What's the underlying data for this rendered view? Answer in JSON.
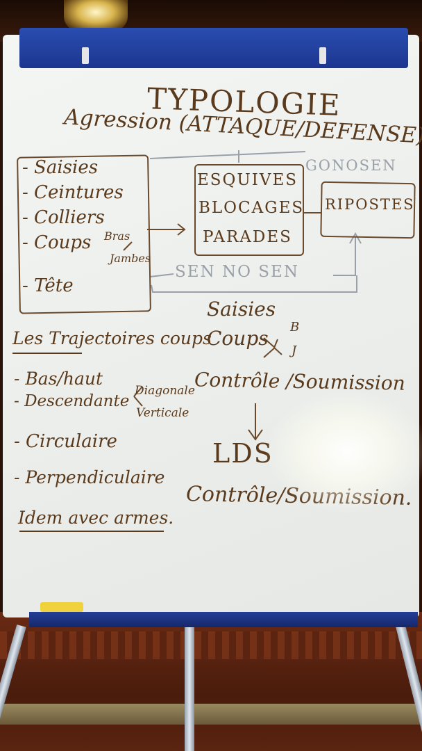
{
  "board": {
    "title": "TYPOLOGIE",
    "subtitle": "Agression (ATTAQUE/DEFENSE)",
    "left_box": {
      "items": [
        "- Saisies",
        "- Ceintures",
        "- Colliers",
        "- Coups",
        "- Tête"
      ],
      "coups_branches": [
        "Bras",
        "Jambes"
      ]
    },
    "center_box": [
      "ESQUIVES",
      "BLOCAGES",
      "PARADES"
    ],
    "go_no_sen": "GONOSEN",
    "ripostes": "RIPOSTES",
    "sen_no_sen": "SEN NO SEN",
    "right_column": {
      "saisies": "Saisies",
      "coups": "Coups",
      "coups_branches": [
        "B",
        "J"
      ],
      "controle_1": "Contrôle /Soumission",
      "lds": "LDS",
      "controle_2": "Contrôle/Soumission."
    },
    "trajectoires": {
      "heading": "Les Trajectoires coups",
      "items": [
        "- Bas/haut",
        "- Descendante",
        "- Circulaire",
        "- Perpendiculaire"
      ],
      "descendante_branches": [
        "Diagonale",
        "Verticale"
      ],
      "footer": "Idem avec armes."
    }
  },
  "colors": {
    "ink": "#5a3a1c",
    "faded_ink": "#9aa0a8",
    "board_rail": "#1c3690",
    "eraser": "#f0d23c"
  }
}
